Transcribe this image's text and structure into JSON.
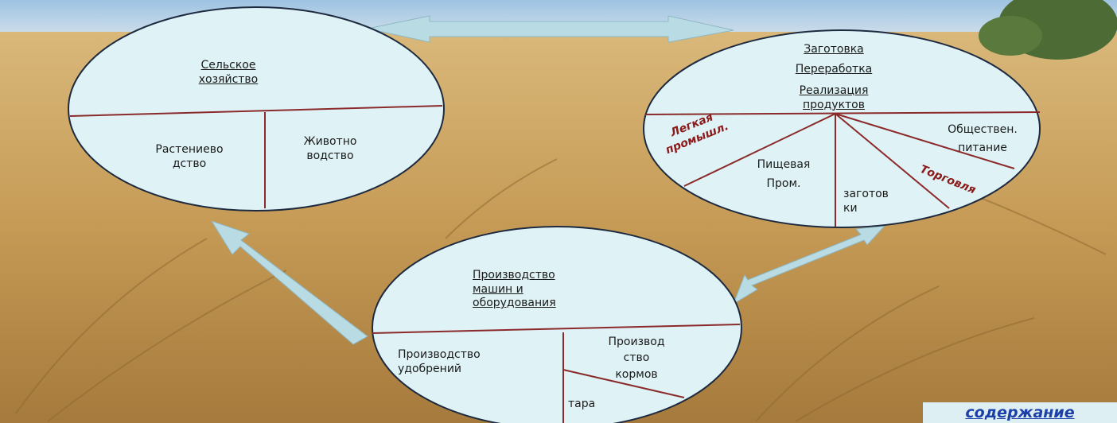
{
  "agriculture": {
    "title": "Сельское\nхозяйство",
    "crop": "Растениево\nдство",
    "livestock": "Животно\nводство"
  },
  "processing": {
    "title_1": "Заготовка",
    "title_2": "Переработка",
    "title_3": "Реализация\nпродуктов",
    "light_industry": "Легкая\nпромышл.",
    "food_industry": "Пищевая\nПром.",
    "procurement": "заготов\nки",
    "trade": "Торговля",
    "catering": "Обществен.\nпитание"
  },
  "machinery": {
    "title": "Производство\nмашин и\nоборудования",
    "fertilizers": "Производство\nудобрений",
    "feed": "Производ\nство\nкормов",
    "packaging": "тара"
  },
  "nav": {
    "contents": "содержание"
  },
  "colors": {
    "ellipse_fill": "#dff3f6",
    "divider": "#8b2a2a",
    "arrow_fill": "#b9dbe4",
    "sky": "#bcd3e6",
    "wheat": "#c9a35e"
  },
  "icons": {
    "arrows": "double-arrow-icon",
    "field": "wheat-field-background"
  }
}
